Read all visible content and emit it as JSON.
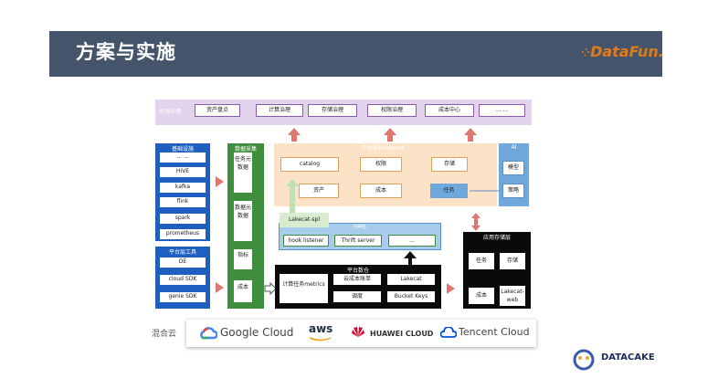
{
  "header": {
    "title": "方案与实施"
  },
  "logo": {
    "text": "DataFun."
  },
  "platform_bar": {
    "label": "平台应用",
    "items": [
      "资产盘点",
      "计算治理",
      "存储治理",
      "权限治理",
      "成本中心",
      "... ..."
    ]
  },
  "infra": {
    "title": "基础设施",
    "items": [
      "... ...",
      "HIVE",
      "kafka",
      "flink",
      "spark",
      "prometheus"
    ]
  },
  "tools": {
    "title": "平台层工具",
    "items": [
      "DE",
      "cloud SDK",
      "genie SDK"
    ]
  },
  "collect": {
    "title": "数据采集",
    "items": [
      "任务元数据",
      "数据元数据",
      "指标",
      "成本"
    ]
  },
  "service": {
    "label": "平台服务Lakecat",
    "row1": [
      "catalog",
      "权限",
      "存储"
    ],
    "row2": [
      "资产",
      "成本",
      "任务"
    ]
  },
  "ai": {
    "title": "AI",
    "items": [
      "模型",
      "策略"
    ]
  },
  "lakecat_spl": "Lakecat-spl",
  "hms": {
    "title": "HMS",
    "items": [
      "hook listener",
      "Thrift server",
      "..."
    ]
  },
  "platform_data": {
    "title": "平台数仓",
    "metrics": "计算任务metrics",
    "items": [
      "云成本账单",
      "Lakecat",
      "调度",
      "Bucket Keys"
    ]
  },
  "app_storage": {
    "title": "应用存储层",
    "items": [
      "任务",
      "存储",
      "成本",
      "Lakecat-web"
    ]
  },
  "hybrid": {
    "label": "混合云",
    "clouds": [
      "Google Cloud",
      "aws",
      "HUAWEI CLOUD",
      "Tencent Cloud"
    ]
  },
  "footer_logo": "DATACAKE",
  "colors": {
    "header": "#44546A",
    "blue": "#1F5FBF",
    "green": "#3E8E3E",
    "arrow": "#E0766E",
    "peach": "#FCE3C8"
  }
}
